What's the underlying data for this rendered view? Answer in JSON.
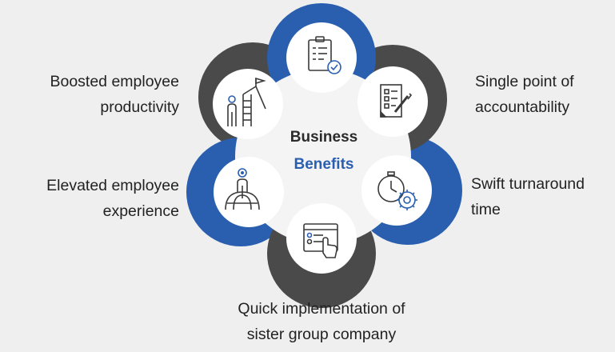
{
  "center": {
    "line1": "Business",
    "line2": "Benefits"
  },
  "colors": {
    "blue": "#2a5fb0",
    "dark": "#4a4a4a",
    "icon": "#3a3a3a",
    "accent": "#2a5fb0"
  },
  "benefits": [
    {
      "id": "top",
      "icon": "checklist-icon",
      "ring": "blue",
      "lines": []
    },
    {
      "id": "upper-right",
      "icon": "document-edit-icon",
      "ring": "dark",
      "lines": [
        "Single point of",
        "accountability"
      ]
    },
    {
      "id": "lower-right",
      "icon": "stopwatch-gear-icon",
      "ring": "blue",
      "lines": [
        "Swift turnaround",
        "time"
      ]
    },
    {
      "id": "bottom",
      "icon": "touch-screen-icon",
      "ring": "dark",
      "lines": [
        "Quick implementation of",
        "sister group company"
      ]
    },
    {
      "id": "lower-left",
      "icon": "person-globe-icon",
      "ring": "blue",
      "lines": [
        "Elevated employee",
        "experience"
      ]
    },
    {
      "id": "upper-left",
      "icon": "person-ladder-flag-icon",
      "ring": "dark",
      "lines": [
        "Boosted employee",
        "productivity"
      ]
    }
  ]
}
